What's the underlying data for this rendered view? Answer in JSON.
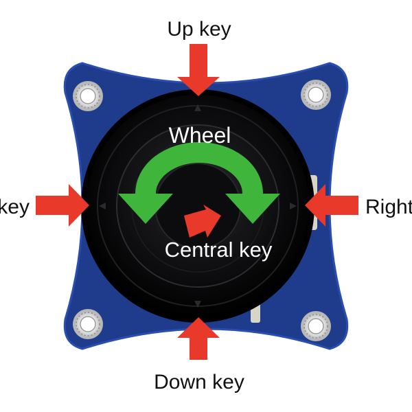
{
  "labels": {
    "up": "Up key",
    "down": "Down key",
    "left": "Left key",
    "right": "Right key",
    "wheel": "Wheel",
    "central": "Central key"
  },
  "colors": {
    "arrow": "#e8392b",
    "wheel_arrow": "#3fb53b",
    "board": "#1f3c8c",
    "knob": "#0d0d0f",
    "text_dark": "#111111",
    "text_light": "#ffffff"
  },
  "icons": {
    "board": "pcb-board",
    "knob": "joystick-knob",
    "mounting_holes": "screw-hole-icon",
    "key_arrows": "arrow-icon",
    "wheel_arrow": "curved-arrow-icon"
  }
}
